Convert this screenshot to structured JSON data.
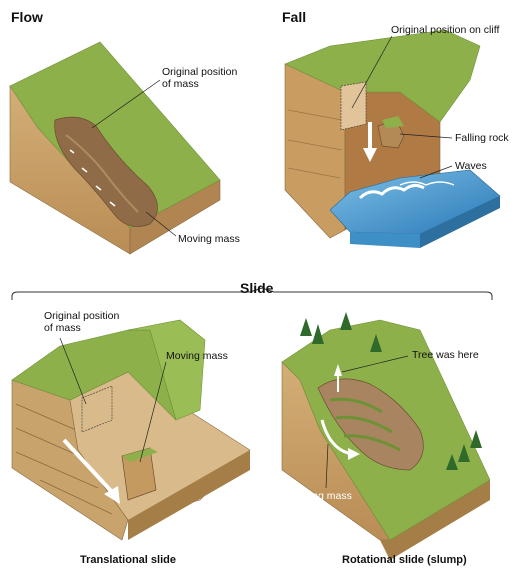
{
  "panels": {
    "flow": {
      "title": "Flow",
      "label_original": "Original position\nof mass",
      "label_moving": "Moving mass"
    },
    "fall": {
      "title": "Fall",
      "label_original": "Original position on cliff",
      "label_rock": "Falling rock",
      "label_waves": "Waves"
    },
    "slide": {
      "title": "Slide",
      "translational": {
        "label_original": "Original position\nof mass",
        "label_moving": "Moving mass",
        "caption": "Translational slide"
      },
      "rotational": {
        "label_tree": "Tree was here",
        "label_moving": "Moving mass",
        "caption": "Rotational slide (slump)"
      }
    }
  },
  "colors": {
    "grass": "#8db04a",
    "grass_dark": "#6d9236",
    "soil": "#c9a36c",
    "soil_dark": "#a57d46",
    "mud": "#8f6b47",
    "water": "#3f8fc7"
  }
}
